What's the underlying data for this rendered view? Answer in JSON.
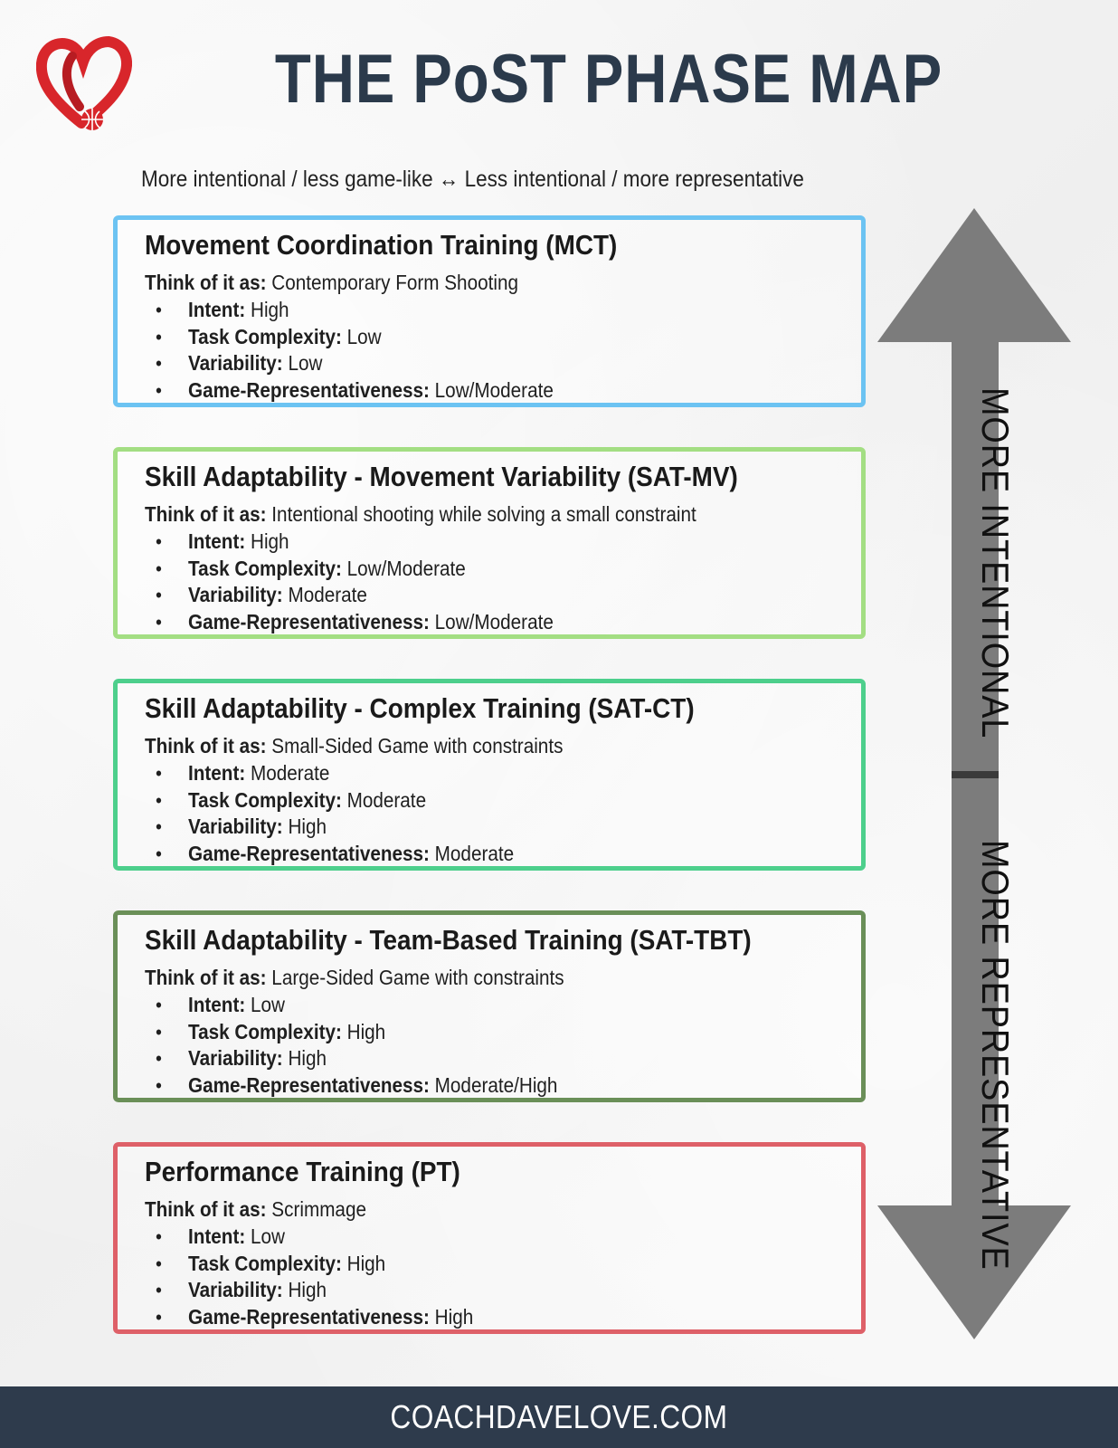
{
  "header": {
    "title": "THE PoST PHASE MAP",
    "subtitle": "More intentional / less game-like ↔ Less intentional / more representative",
    "logo_icon": "heart-basketball-logo",
    "brand_color": "#d8262b"
  },
  "phases": [
    {
      "title": "Movement Coordination Training (MCT)",
      "border_color": "#6cc3f2",
      "think_label": "Think of it as:",
      "think_value": "Contemporary Form Shooting",
      "attributes": [
        {
          "key": "Intent:",
          "value": "High"
        },
        {
          "key": "Task Complexity:",
          "value": "Low"
        },
        {
          "key": "Variability:",
          "value": "Low"
        },
        {
          "key": "Game-Representativeness:",
          "value": "Low/Moderate"
        }
      ]
    },
    {
      "title": "Skill Adaptability - Movement Variability (SAT-MV)",
      "border_color": "#a3de83",
      "think_label": "Think of it as:",
      "think_value": "Intentional shooting while solving a small constraint",
      "attributes": [
        {
          "key": "Intent:",
          "value": "High"
        },
        {
          "key": "Task Complexity:",
          "value": "Low/Moderate"
        },
        {
          "key": "Variability:",
          "value": "Moderate"
        },
        {
          "key": "Game-Representativeness:",
          "value": "Low/Moderate"
        }
      ]
    },
    {
      "title": "Skill Adaptability - Complex Training (SAT-CT)",
      "border_color": "#4dcf8c",
      "think_label": "Think of it as:",
      "think_value": "Small-Sided Game with constraints",
      "attributes": [
        {
          "key": "Intent:",
          "value": "Moderate"
        },
        {
          "key": "Task Complexity:",
          "value": "Moderate"
        },
        {
          "key": "Variability:",
          "value": "High"
        },
        {
          "key": "Game-Representativeness:",
          "value": "Moderate"
        }
      ]
    },
    {
      "title": "Skill Adaptability - Team-Based Training (SAT-TBT)",
      "border_color": "#6a8f58",
      "think_label": "Think of it as:",
      "think_value": "Large-Sided Game with constraints",
      "attributes": [
        {
          "key": "Intent:",
          "value": "Low"
        },
        {
          "key": "Task Complexity:",
          "value": "High"
        },
        {
          "key": "Variability:",
          "value": "High"
        },
        {
          "key": "Game-Representativeness:",
          "value": "Moderate/High"
        }
      ]
    },
    {
      "title": "Performance Training (PT)",
      "border_color": "#de6068",
      "think_label": "Think of it as:",
      "think_value": "Scrimmage",
      "attributes": [
        {
          "key": "Intent:",
          "value": "Low"
        },
        {
          "key": "Task Complexity:",
          "value": "High"
        },
        {
          "key": "Variability:",
          "value": "High"
        },
        {
          "key": "Game-Representativeness:",
          "value": "High"
        }
      ]
    }
  ],
  "arrow": {
    "top_label": "MORE INTENTIONAL",
    "bottom_label": "MORE REPRESENTATIVE",
    "color": "#7c7c7c"
  },
  "footer": {
    "text": "COACHDAVELOVE.COM",
    "color": "#2e3b4c"
  }
}
